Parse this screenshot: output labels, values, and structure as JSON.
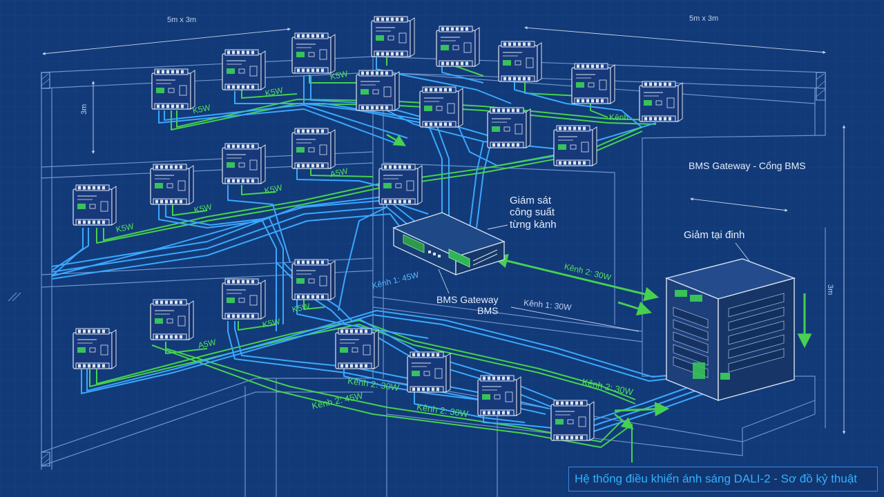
{
  "dimensions": {
    "width_left": "5m x 3m",
    "width_right": "5m x 3m",
    "height_left": "3m",
    "height_right": "3m"
  },
  "annotations": {
    "bms_gateway_cabinet": "BMS Gateway - Cổng BMS",
    "power_monitor": "Giám sát\ncông suất\ntừng kành",
    "gateway_center": "BMS Gateway\nBMS",
    "gateway_cabinet_top": "Giảm tại đinh",
    "channel_1_center": "Kênh 1: 30W",
    "channel_1_blue": "Kênh 1: 45W",
    "channel_2_right": "Kênh 2: 30W",
    "channel_label": "Kênh"
  },
  "wire_labels": {
    "k5w_1": "K5W",
    "k5w_2": "K5W",
    "k5w_3": "K5W",
    "k5w_4": "K5W",
    "k5w_5": "K5W",
    "k5w_6": "K5W",
    "k5w_7": "K5W",
    "k5w_8": "K5W",
    "a5w_1": "A5W",
    "a5w_2": "A5W",
    "k2_45w": "Kênh 2: 45W",
    "k2_30w_a": "Kênh 2: 30W",
    "k2_30w_b": "Kênh 2: 30W",
    "k2_30w_c": "Kênh 2: 30W"
  },
  "footer": {
    "title": "Hệ thống điều khiển ánh sáng DALI-2 - Sơ đồ kỷ thuật"
  },
  "colors": {
    "background": "#123a78",
    "line": "#6f93cc",
    "wire_blue": "#3aa8ff",
    "wire_green": "#46d24e",
    "module": "#dfe6f1"
  }
}
